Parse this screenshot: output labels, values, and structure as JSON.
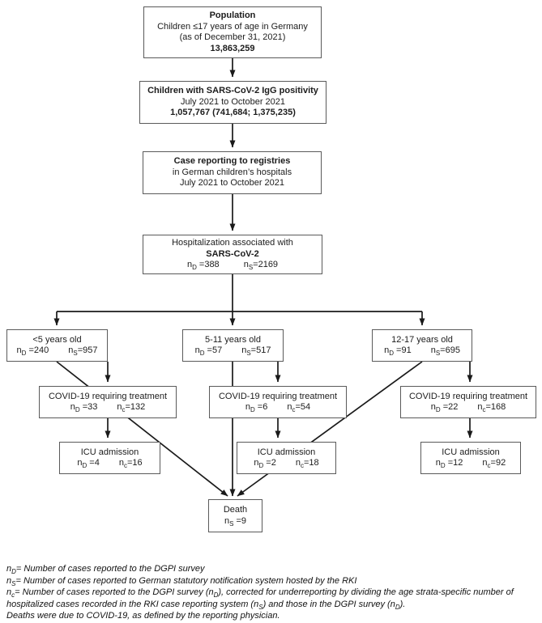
{
  "boxes": {
    "population": {
      "title": "Population",
      "line2": "Children ≤17 years of age in Germany",
      "line3": "(as of December 31, 2021)",
      "total": "13,863,259"
    },
    "igg": {
      "title": "Children with SARS-CoV-2 IgG positivity",
      "line2": "July 2021 to October 2021",
      "total": "1,057,767 (741,684; 1,375,235)"
    },
    "registry": {
      "title": "Case reporting to registries",
      "line2": "in German children’s hospitals",
      "line3": "July 2021 to October 2021"
    },
    "hospitalization": {
      "line1": "Hospitalization associated with",
      "title": "SARS-CoV-2",
      "stat1": "n_{D} =388",
      "stat2": "n_{S}=2169"
    },
    "age_lt5": {
      "title": "<5 years old",
      "stat1": "n_{D} =240",
      "stat2": "n_{S}=957"
    },
    "age_5_11": {
      "title": "5-11 years old",
      "stat1": "n_{D} =57",
      "stat2": "n_{S}=517"
    },
    "age_12_17": {
      "title": "12-17 years old",
      "stat1": "n_{D} =91",
      "stat2": "n_{S}=695"
    },
    "covid_lt5": {
      "title": "COVID-19 requiring treatment",
      "stat1": "n_{D} =33",
      "stat2": "n_{c}=132"
    },
    "covid_5_11": {
      "title": "COVID-19 requiring treatment",
      "stat1": "n_{D} =6",
      "stat2": "n_{c}=54"
    },
    "covid_12_17": {
      "title": "COVID-19 requiring treatment",
      "stat1": "n_{D} =22",
      "stat2": "n_{c}=168"
    },
    "icu_lt5": {
      "title": "ICU admission",
      "stat1": "n_{D} =4",
      "stat2": "n_{c}=16"
    },
    "icu_5_11": {
      "title": "ICU admission",
      "stat1": "n_{D} =2",
      "stat2": "n_{c}=18"
    },
    "icu_12_17": {
      "title": "ICU admission",
      "stat1": "n_{D} =12",
      "stat2": "n_{c}=92"
    },
    "death": {
      "title": "Death",
      "stat1": "n_{S} =9"
    }
  },
  "footnotes": [
    "n_{D}= Number of cases reported to the DGPI survey",
    "n_{S}= Number of cases reported to German statutory notification system hosted by the RKI",
    "n_{c}= Number of cases reported to the DGPI survey (n_{D}), corrected for underreporting by dividing the age strata-specific number of hospitalized cases recorded in the RKI case reporting system (n_{S}) and those in the DGPI survey (n_{D}).",
    "Deaths were due to COVID-19, as defined by the reporting physician."
  ],
  "colors": {
    "box_border": "#5a5a5a",
    "arrow_line": "#1a1a1a",
    "text": "#1c1c1c",
    "background": "#ffffff"
  }
}
